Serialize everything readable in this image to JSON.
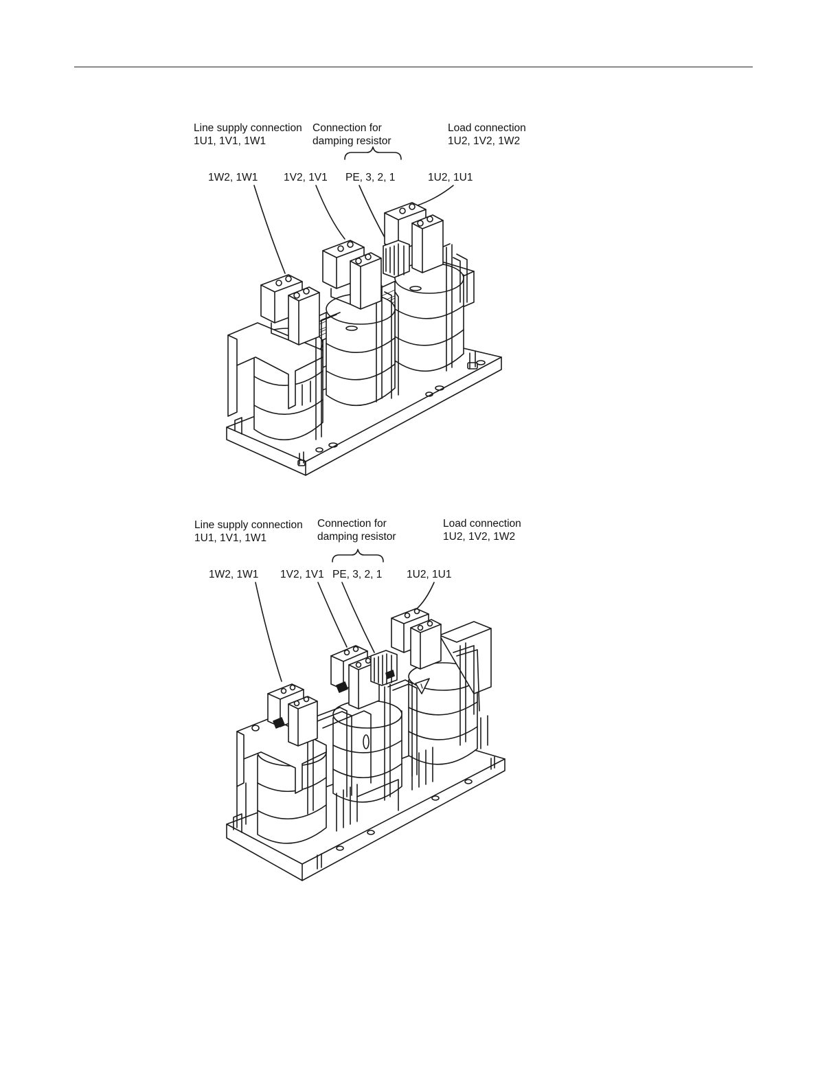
{
  "figures": [
    {
      "labels": {
        "line_supply_title": "Line supply connection",
        "line_supply_terminals": "1U1, 1V1, 1W1",
        "damping_title": "Connection for",
        "damping_subtitle": "damping resistor",
        "load_title": "Load connection",
        "load_terminals": "1U2, 1V2, 1W2"
      },
      "callouts": [
        "1W2, 1W1",
        "1V2, 1V1",
        "PE, 3, 2, 1",
        "1U2, 1U1"
      ]
    },
    {
      "labels": {
        "line_supply_title": "Line supply connection",
        "line_supply_terminals": "1U1, 1V1, 1W1",
        "damping_title": "Connection for",
        "damping_subtitle": "damping resistor",
        "load_title": "Load connection",
        "load_terminals": "1U2, 1V2, 1W2"
      },
      "callouts": [
        "1W2, 1W1",
        "1V2, 1V1",
        "PE, 3, 2, 1",
        "1U2, 1U1"
      ]
    }
  ]
}
